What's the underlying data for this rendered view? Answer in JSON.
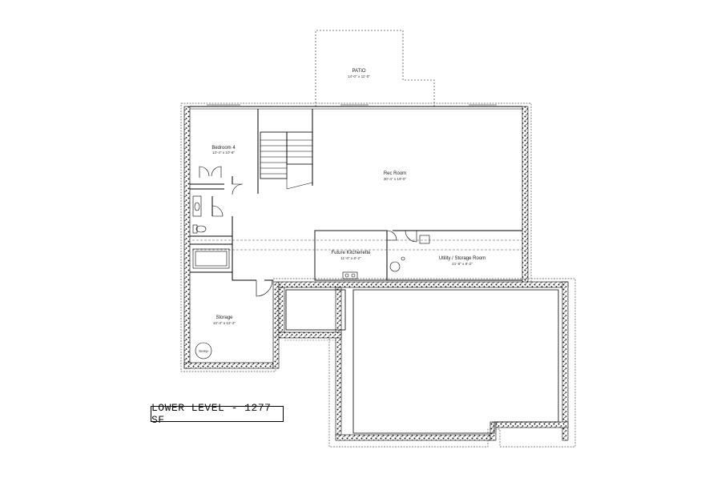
{
  "plan": {
    "level_title": "LOWER LEVEL - 1277 SF",
    "rooms": {
      "patio": {
        "name": "PATIO",
        "dims": "14'-0\" x 11'-0\""
      },
      "bedroom": {
        "name": "Bedroom 4",
        "dims": "13'-4\" x 10'-8\""
      },
      "rec_room": {
        "name": "Rec Room",
        "dims": "30'-4\" x 19'-0\""
      },
      "kitchenette": {
        "name": "Future Kitchenette",
        "dims": "11'-0\" x 8'-2\""
      },
      "utility": {
        "name": "Utility / Storage Room",
        "dims": "21'-8\" x 8'-2\""
      },
      "storage": {
        "name": "Storage",
        "dims": "13'-4\" x 12'-2\""
      }
    },
    "sump_label": "Sump"
  }
}
